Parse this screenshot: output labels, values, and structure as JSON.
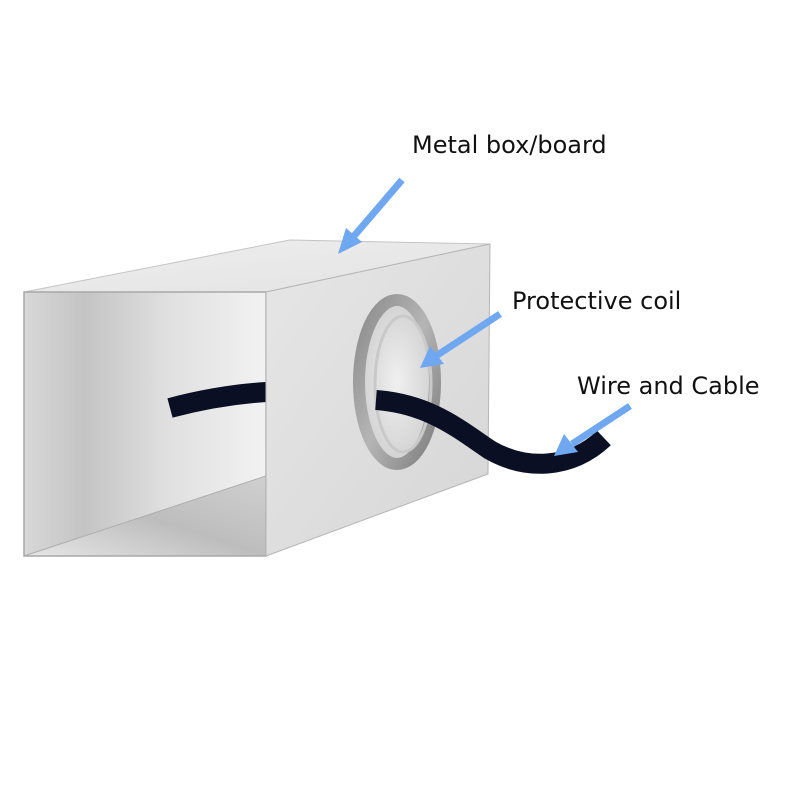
{
  "labels": {
    "metal_box": "Metal box/board",
    "protective_coil": "Protective coil",
    "wire_cable": "Wire and Cable"
  },
  "colors": {
    "arrow": "#6fa8f0",
    "cable": "#0a0f24",
    "box_face": "#dcdcdc",
    "box_top": "#ebebeb",
    "box_edge": "#b0b0b0",
    "ring": "#9e9e9e"
  }
}
